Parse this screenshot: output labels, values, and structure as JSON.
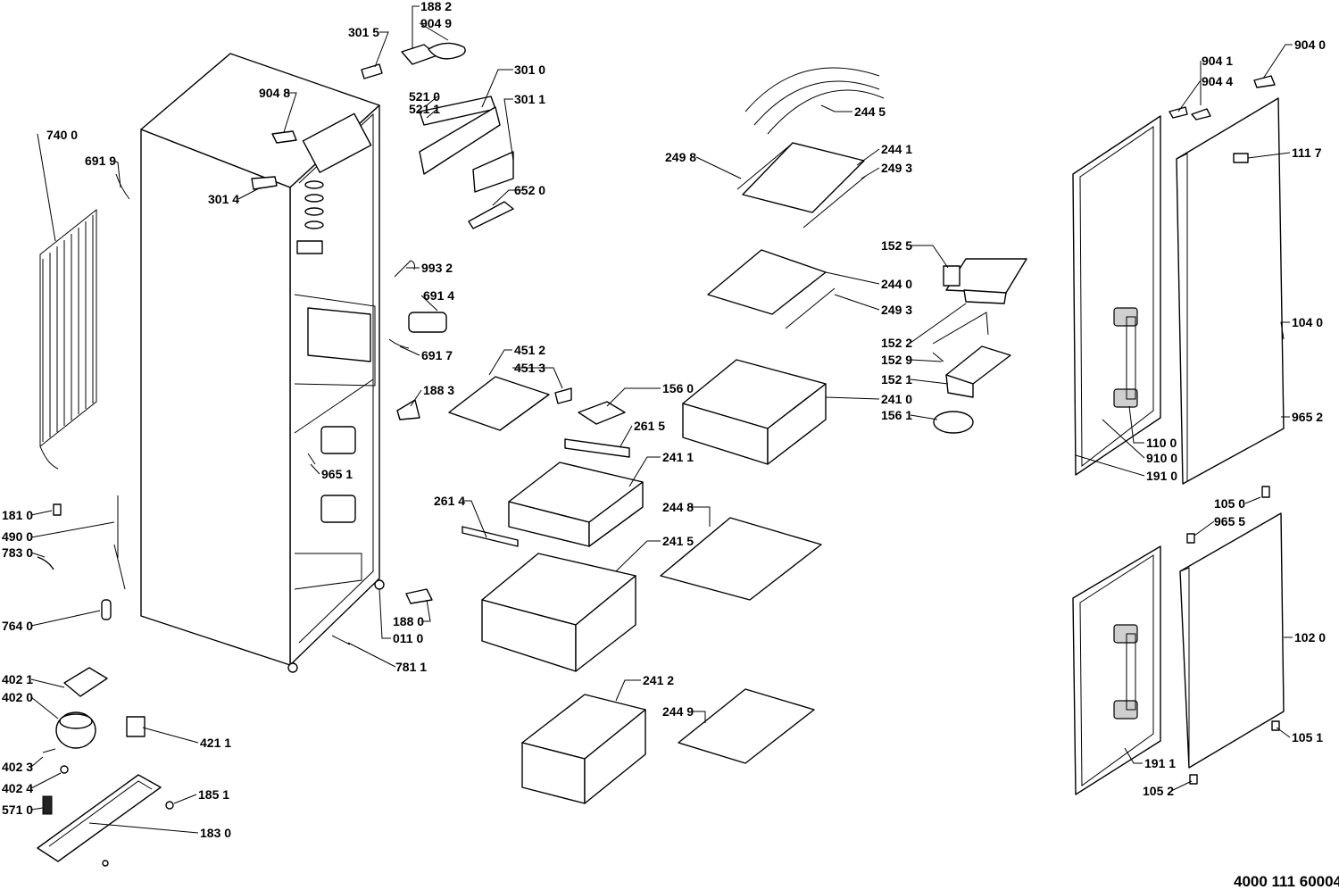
{
  "document_number": "4000 111 60004",
  "callouts": {
    "c1882": "188 2",
    "c9049": "904 9",
    "c3015": "301 5",
    "c3010": "301 0",
    "c5210": "521 0",
    "c5211": "521 1",
    "c3011": "301 1",
    "c9048": "904 8",
    "c3014": "301 4",
    "c6520": "652 0",
    "c7400": "740 0",
    "c6919": "691 9",
    "c9932": "993 2",
    "c6914": "691 4",
    "c6917": "691 7",
    "c1883": "188 3",
    "c9651": "965 1",
    "c1810": "181 0",
    "c4900": "490 0",
    "c7830": "783 0",
    "c7640": "764 0",
    "c1880": "188 0",
    "c0110": "011 0",
    "c7811": "781 1",
    "c4021": "402 1",
    "c4020": "402 0",
    "c4211": "421 1",
    "c4023": "402 3",
    "c4024": "402 4",
    "c5710": "571 0",
    "c1851": "185 1",
    "c1830": "183 0",
    "c2445": "244 5",
    "c2498": "249 8",
    "c2441": "244 1",
    "c2493a": "249 3",
    "c1525": "152 5",
    "c2440": "244 0",
    "c2493b": "249 3",
    "c1522": "152 2",
    "c1529": "152 9",
    "c1521": "152 1",
    "c1561": "156 1",
    "c4512": "451 2",
    "c4513": "451 3",
    "c1560": "156 0",
    "c2410": "241 0",
    "c2615": "261 5",
    "c2411": "241 1",
    "c2614": "261 4",
    "c2448": "244 8",
    "c2415": "241 5",
    "c2412": "241 2",
    "c2449": "244 9",
    "c9041": "904 1",
    "c9044": "904 4",
    "c9040": "904 0",
    "c1117": "111 7",
    "c1040": "104 0",
    "c9652": "965 2",
    "c1100": "110 0",
    "c9100": "910 0",
    "c1910": "191 0",
    "c1050": "105 0",
    "c9655": "965 5",
    "c1020": "102 0",
    "c1051": "105 1",
    "c1911": "191 1",
    "c1052": "105 2"
  }
}
